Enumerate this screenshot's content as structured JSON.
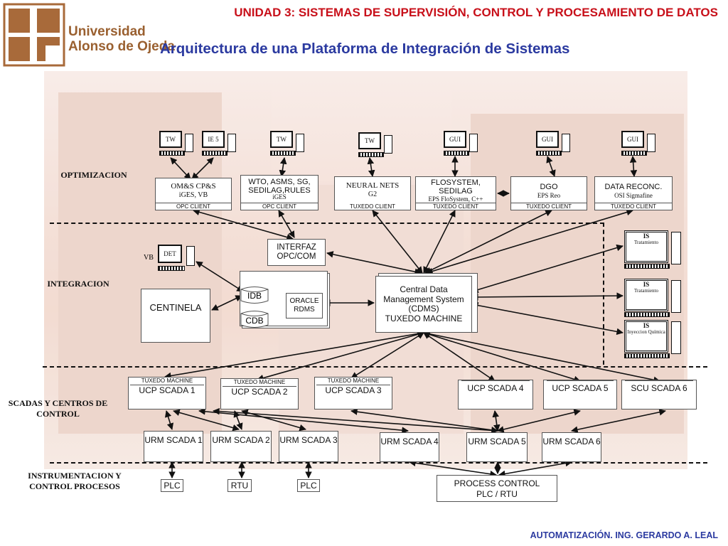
{
  "header": {
    "unit_title": "UNIDAD 3: SISTEMAS DE SUPERVISIÓN, CONTROL Y PROCESAMIENTO DE DATOS",
    "slide_title": "Arquitectura de una Plataforma de Integración de Sistemas"
  },
  "logo": {
    "line1": "Universidad",
    "line2": "Alonso de Ojeda"
  },
  "footer": "AUTOMATIZACIÓN. ING. GERARDO A. LEAL",
  "levels": {
    "optimizacion": "OPTIMIZACION",
    "integracion": "INTEGRACION",
    "scadas": "SCADAS Y CENTROS DE CONTROL",
    "instrumentacion": "INSTRUMENTACION Y CONTROL PROCESOS"
  },
  "terminals": {
    "tw1": "TW",
    "ie5": "IE 5",
    "tw2": "TW",
    "tw3": "TW",
    "gui1": "GUI",
    "gui2": "GUI",
    "gui3": "GUI",
    "det": "DET",
    "is1": "IS",
    "is1_sub": "Tratamiento",
    "is2": "IS",
    "is2_sub": "Tratamiento",
    "is3": "IS",
    "is3_sub": "Inyeccion Química"
  },
  "vb_label": "VB",
  "opt": {
    "oms": {
      "line1": "OM&S CP&S",
      "line2": "iGES, VB",
      "tag": "OPC CLIENT"
    },
    "wto": {
      "line1": "WTO, ASMS, SG,",
      "line2": "SEDILAG,RULES",
      "line3": "iGES",
      "tag": "OPC CLIENT"
    },
    "nn": {
      "line1": "NEURAL NETS",
      "line2": "G2",
      "tag": "TUXEDO CLIENT"
    },
    "flo": {
      "line1": "FLOSYSTEM,",
      "line2": "SEDILAG",
      "line3": "EPS FloSystem, C++",
      "tag": "TUXEDO CLIENT"
    },
    "dgo": {
      "line1": "DGO",
      "line2": "EPS Reo",
      "tag": "TUXEDO CLIENT"
    },
    "dr": {
      "line1": "DATA RECONC.",
      "line2": "OSI Sigmafine",
      "tag": "TUXEDO CLIENT"
    }
  },
  "integ": {
    "interfaz": "INTERFAZ OPC/COM",
    "centinela": "CENTINELA",
    "idb": "IDB",
    "cdb": "CDB",
    "oracle": "ORACLE RDMS",
    "cdms_l1": "Central Data",
    "cdms_l2": "Management System",
    "cdms_l3": "(CDMS)",
    "cdms_l4": "TUXEDO MACHINE"
  },
  "ucp": [
    {
      "tag": "TUXEDO MACHINE",
      "label": "UCP SCADA 1"
    },
    {
      "tag": "TUXEDO MACHINE",
      "label": "UCP SCADA 2"
    },
    {
      "tag": "TUXEDO MACHINE",
      "label": "UCP SCADA 3"
    },
    {
      "tag": "",
      "label": "UCP SCADA 4"
    },
    {
      "tag": "",
      "label": "UCP SCADA 5"
    },
    {
      "tag": "",
      "label": "SCU SCADA 6"
    }
  ],
  "urm": [
    "URM SCADA 1",
    "URM SCADA 2",
    "URM SCADA 3",
    "URM SCADA 4",
    "URM SCADA 5",
    "URM SCADA 6"
  ],
  "field": {
    "plc1": "PLC",
    "rtu": "RTU",
    "plc2": "PLC",
    "pc_l1": "PROCESS CONTROL",
    "pc_l2": "PLC / RTU"
  },
  "colors": {
    "unit_title": "#c8101a",
    "slide_title": "#2b3aa0",
    "logo": "#9a6030"
  }
}
